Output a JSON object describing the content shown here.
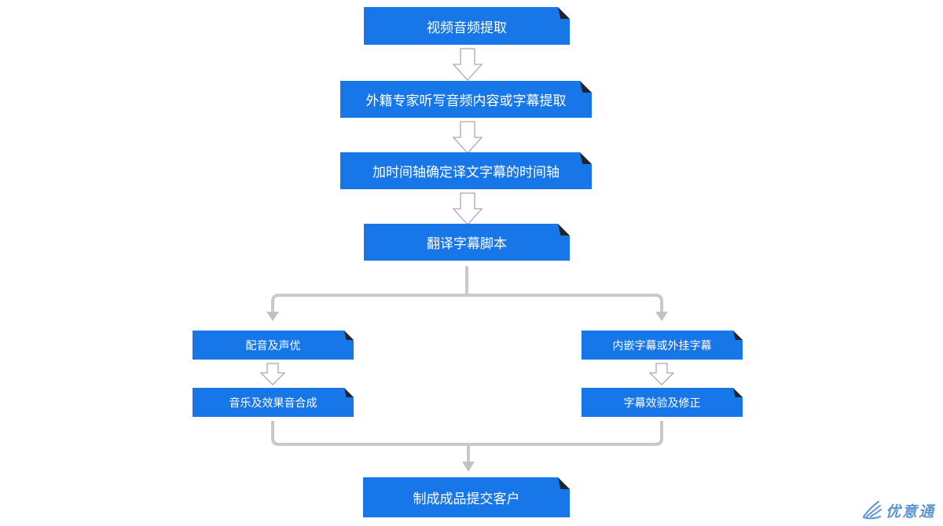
{
  "flowchart": {
    "nodes": {
      "step1": {
        "label": "视频音频提取"
      },
      "step2": {
        "label": "外籍专家听写音频内容或字幕提取"
      },
      "step3": {
        "label": "加时间轴确定译文字幕的时间轴"
      },
      "step4": {
        "label": "翻译字幕脚本"
      },
      "left1": {
        "label": "配音及声优"
      },
      "left2": {
        "label": "音乐及效果音合成"
      },
      "right1": {
        "label": "内嵌字幕或外挂字幕"
      },
      "right2": {
        "label": "字幕效验及修正"
      },
      "final": {
        "label": "制成成品提交客户"
      }
    }
  },
  "logo": {
    "text": "优意通"
  },
  "colors": {
    "node_blue": "#1877E8",
    "fold_dark": "#21252B",
    "node_text": "#FFFFFF",
    "connector_gray": "#C9C9C9",
    "block_arrow_outline": "#B5A1B5",
    "logo_blue": "#5E96D2",
    "background": "#FFFFFF"
  }
}
